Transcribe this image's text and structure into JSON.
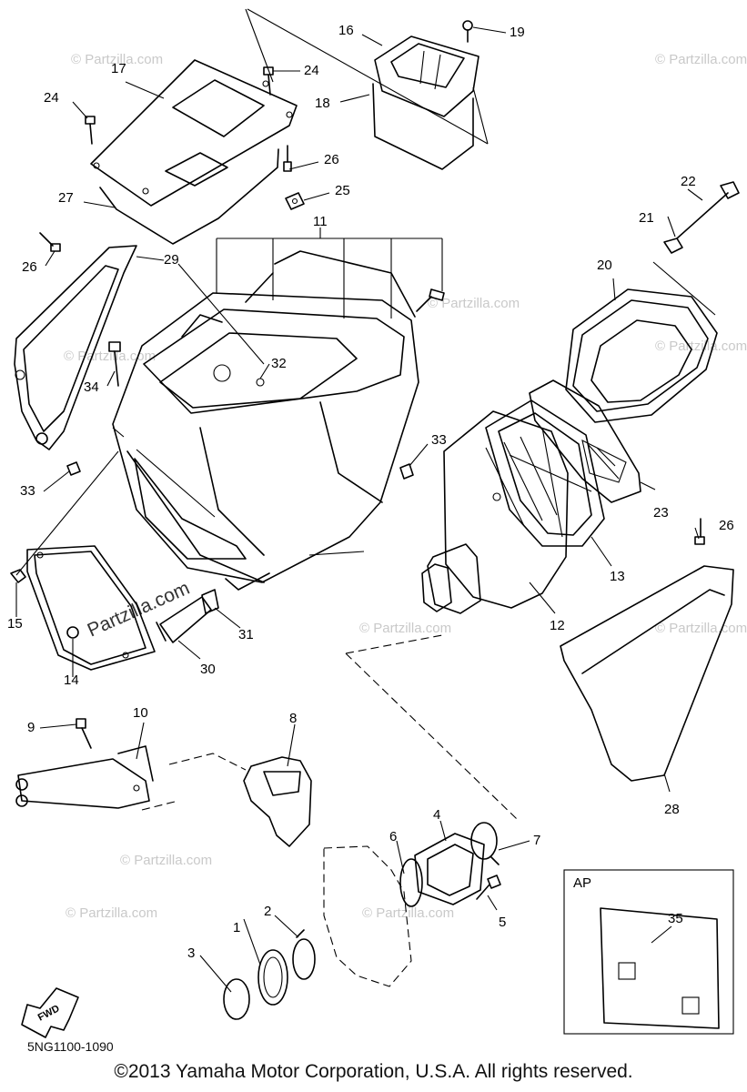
{
  "diagram": {
    "watermarks": [
      "© Partzilla.com",
      "Partzilla.com"
    ],
    "part_numbers": [
      "1",
      "2",
      "3",
      "4",
      "5",
      "6",
      "7",
      "8",
      "9",
      "10",
      "11",
      "12",
      "13",
      "14",
      "15",
      "16",
      "17",
      "18",
      "19",
      "20",
      "21",
      "22",
      "23",
      "24",
      "25",
      "26",
      "27",
      "28",
      "29",
      "30",
      "31",
      "32",
      "33",
      "34",
      "35"
    ],
    "inset_label": "AP",
    "fwd_label": "FWD"
  },
  "footer": {
    "diagram_code": "5NG1100-1090",
    "copyright": "©2013 Yamaha Motor Corporation, U.S.A. All rights reserved."
  }
}
